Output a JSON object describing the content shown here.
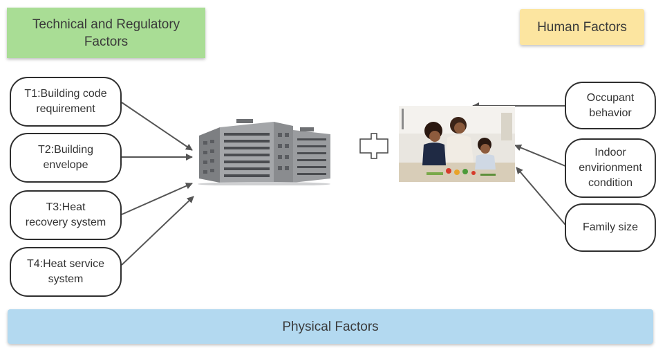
{
  "headers": {
    "technical": "Technical and Regulatory\nFactors",
    "human": "Human Factors",
    "physical": "Physical Factors"
  },
  "technical_factors": [
    "T1:Building code\nrequirement",
    "T2:Building\nenvelope",
    "T3:Heat\nrecovery system",
    "T4:Heat service\nsystem"
  ],
  "human_factors": [
    "Occupant\nbehavior",
    "Indoor\nenvirionment\ncondition",
    "Family size"
  ],
  "colors": {
    "technical_header": "#a9dd95",
    "human_header": "#fce5a0",
    "physical_bar": "#b3d9f0",
    "arrow": "#555555",
    "node_border": "#2e2e2e"
  },
  "icons": {
    "building": "apartment-building-image",
    "family": "family-cooking-photo",
    "connector": "cross-connector-icon"
  }
}
